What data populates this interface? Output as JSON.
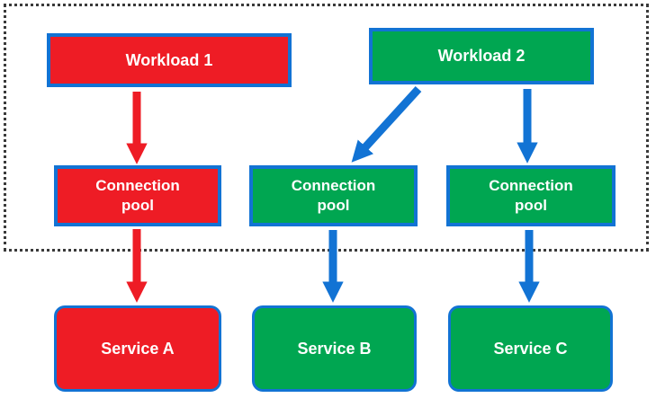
{
  "colors": {
    "red": "#ee1c25",
    "green": "#00a651",
    "blue": "#1273d4",
    "text": "#ffffff",
    "dot": "#3a3a3a",
    "background": "#ffffff"
  },
  "diagram": {
    "workloads": [
      {
        "label": "Workload 1",
        "color": "red"
      },
      {
        "label": "Workload 2",
        "color": "green"
      }
    ],
    "connection_pools": [
      {
        "label": "Connection pool",
        "color": "red"
      },
      {
        "label": "Connection pool",
        "color": "green"
      },
      {
        "label": "Connection pool",
        "color": "green"
      }
    ],
    "services": [
      {
        "label": "Service A",
        "color": "red"
      },
      {
        "label": "Service B",
        "color": "green"
      },
      {
        "label": "Service C",
        "color": "green"
      }
    ]
  }
}
